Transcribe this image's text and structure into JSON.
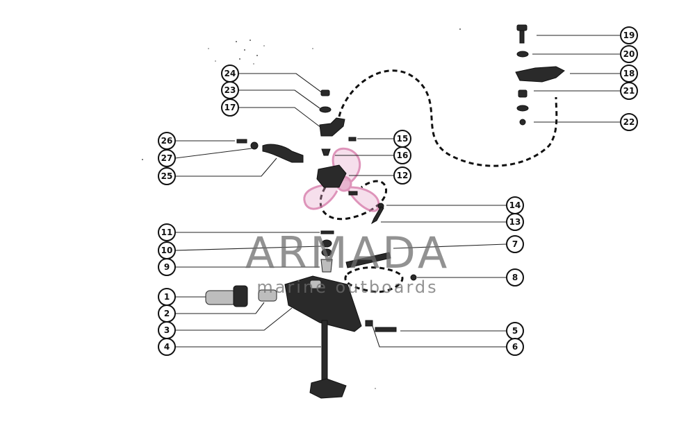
{
  "diagram": {
    "callouts": [
      "1",
      "2",
      "3",
      "4",
      "5",
      "6",
      "7",
      "8",
      "9",
      "10",
      "11",
      "12",
      "13",
      "14",
      "15",
      "16",
      "17",
      "18",
      "19",
      "20",
      "21",
      "22",
      "23",
      "24",
      "25",
      "26",
      "27"
    ]
  },
  "watermark": {
    "brand": "ARMADA",
    "tagline": "marine outboards"
  },
  "colors": {
    "logo_pink": "#e6a6c9",
    "logo_pink_dark": "#d67aa9",
    "watermark_gray": "#6e6e6e",
    "ink": "#111111"
  }
}
